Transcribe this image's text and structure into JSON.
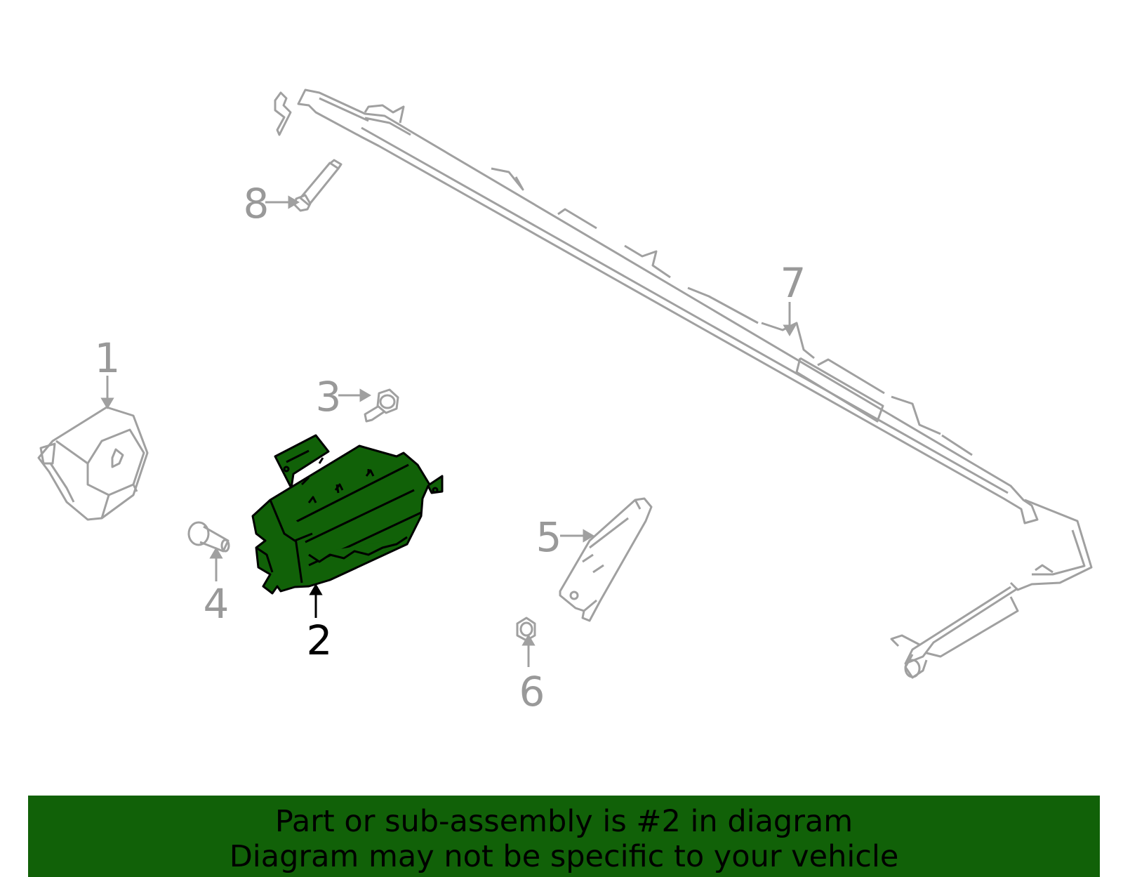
{
  "callouts": [
    {
      "id": "1",
      "label": "1",
      "highlighted": false
    },
    {
      "id": "2",
      "label": "2",
      "highlighted": true
    },
    {
      "id": "3",
      "label": "3",
      "highlighted": false
    },
    {
      "id": "4",
      "label": "4",
      "highlighted": false
    },
    {
      "id": "5",
      "label": "5",
      "highlighted": false
    },
    {
      "id": "6",
      "label": "6",
      "highlighted": false
    },
    {
      "id": "7",
      "label": "7",
      "highlighted": false
    },
    {
      "id": "8",
      "label": "8",
      "highlighted": false
    }
  ],
  "banner": {
    "line1": "Part or sub-assembly is #2 in diagram",
    "line2": "Diagram may not be specific to your vehicle"
  },
  "colors": {
    "part_line": "#a0a0a0",
    "highlight_fill": "#116108",
    "highlight_line": "#000000",
    "banner_bg": "#116108",
    "label_text": "#999999",
    "highlight_label": "#000000"
  }
}
